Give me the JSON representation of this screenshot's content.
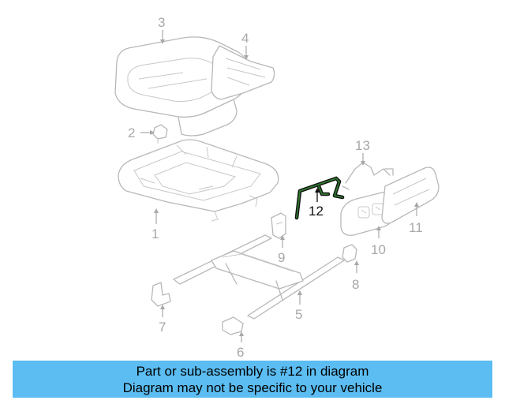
{
  "callouts": {
    "c1": "1",
    "c2": "2",
    "c3": "3",
    "c4": "4",
    "c5": "5",
    "c6": "6",
    "c7": "7",
    "c8": "8",
    "c9": "9",
    "c10": "10",
    "c11": "11",
    "c12": "12",
    "c13": "13"
  },
  "highlighted_part": "12",
  "colors": {
    "banner": "#5bbdf2",
    "highlight": "#2f7a2f",
    "parts": "#b8b8b8"
  },
  "banner": {
    "line1": "Part or sub-assembly is #12 in diagram",
    "line2": "Diagram may not be specific to your vehicle"
  }
}
